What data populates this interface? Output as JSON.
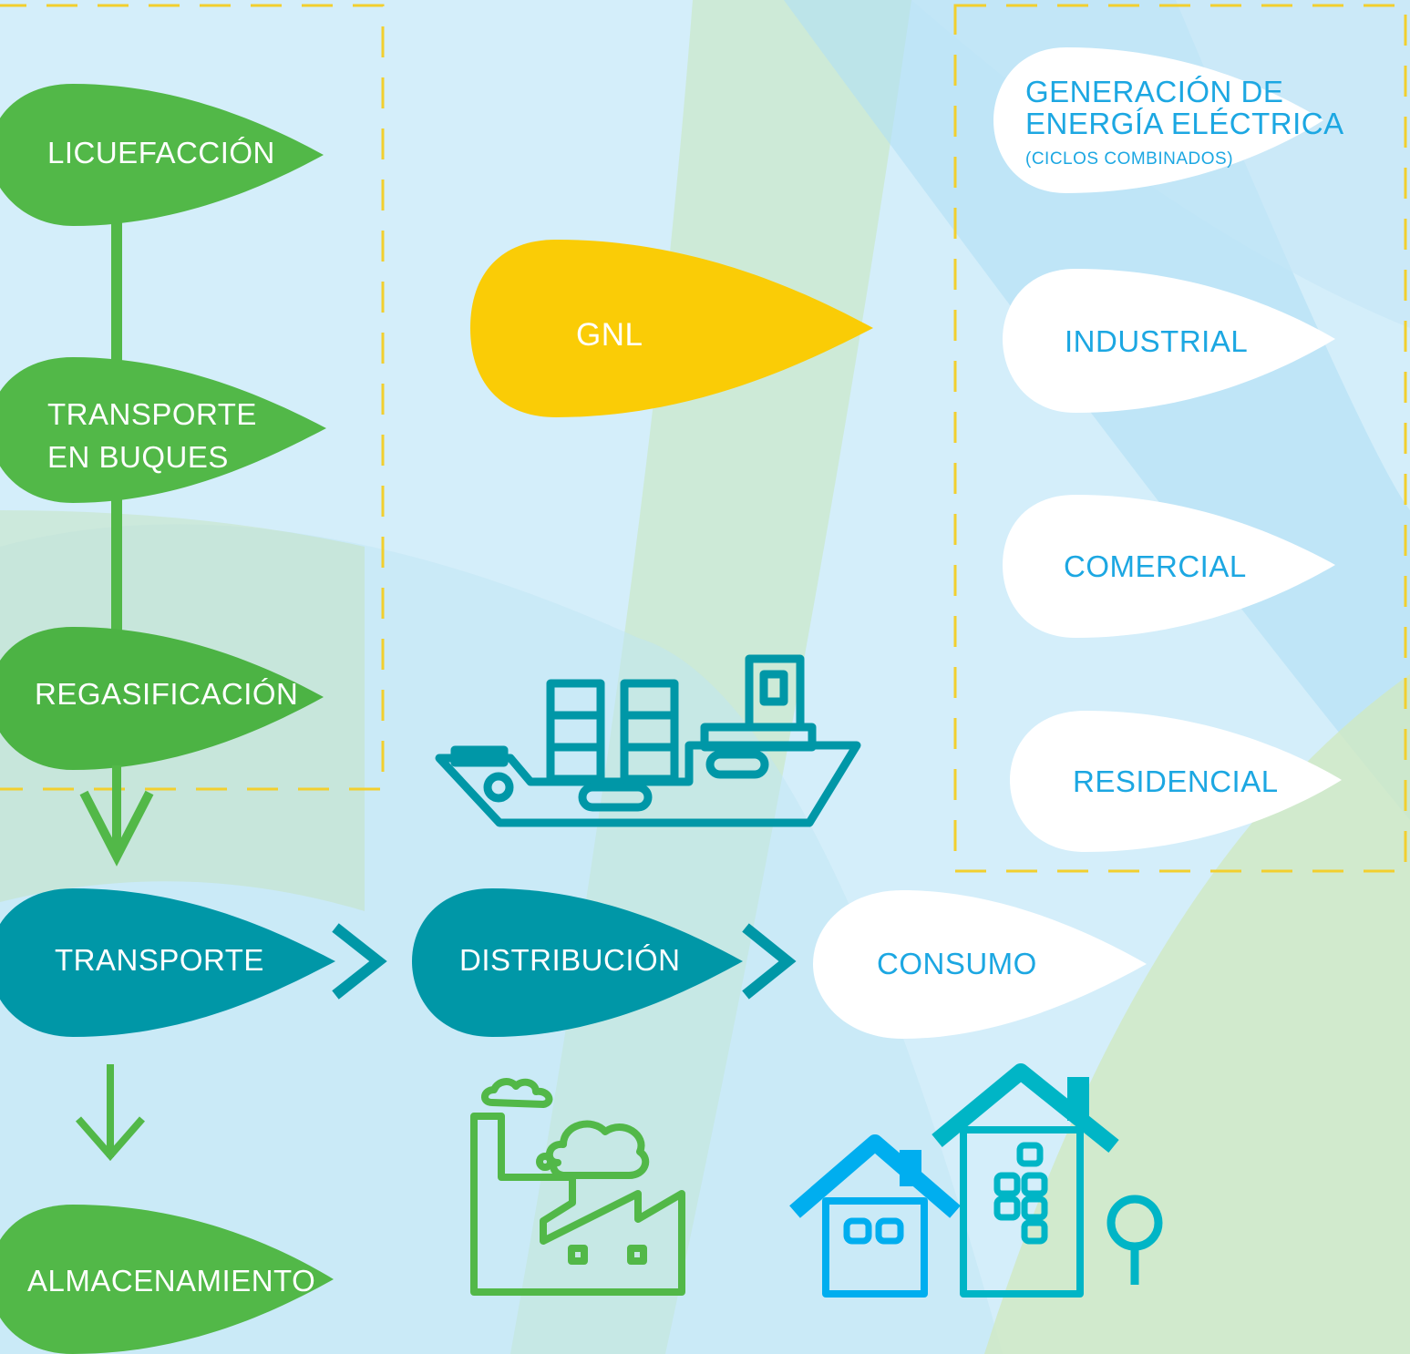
{
  "colors": {
    "background": "#d4eefa",
    "green": "#52b848",
    "teal": "#0097a7",
    "yellow": "#facc06",
    "white": "#ffffff",
    "blue_text": "#1ca7e2",
    "dashed": "#f2cf2e"
  },
  "chain": {
    "liquefaction": "LICUEFACCIÓN",
    "ship_transport_line1": "TRANSPORTE",
    "ship_transport_line2": "EN BUQUES",
    "regasification": "REGASIFICACIÓN",
    "transport": "TRANSPORTE",
    "distribution": "DISTRIBUCIÓN",
    "consumption": "CONSUMO",
    "storage": "ALMACENAMIENTO"
  },
  "lng": "GNL",
  "uses": {
    "power_line1": "GENERACIÓN DE",
    "power_line2": "ENERGÍA ELÉCTRICA",
    "power_note": "(CICLOS COMBINADOS)",
    "industrial": "INDUSTRIAL",
    "commercial": "COMERCIAL",
    "residential": "RESIDENCIAL"
  },
  "icons": [
    "ship-icon",
    "factory-icon",
    "houses-icon"
  ]
}
